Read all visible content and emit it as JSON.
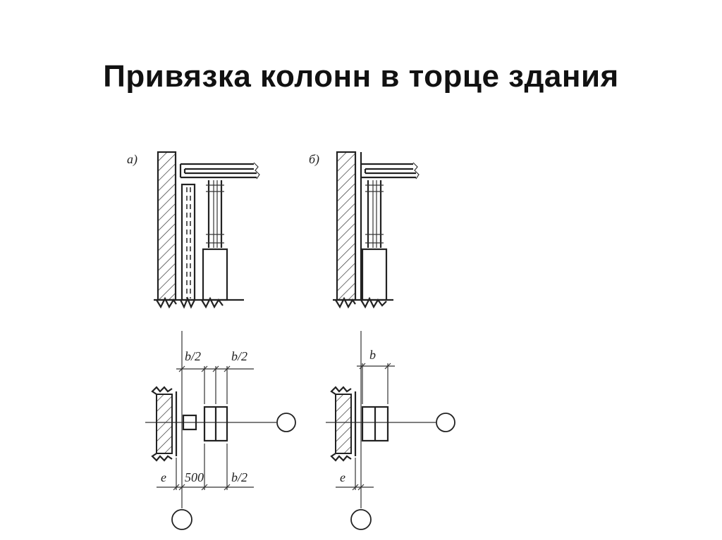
{
  "title": "Привязка колонн в торце здания",
  "diagram": {
    "variant_a_label": "а)",
    "variant_b_label": "б)",
    "dims_a": {
      "top_left": "b/2",
      "top_right": "b/2",
      "bottom_e": "e",
      "bottom_500": "500",
      "bottom_b2": "b/2"
    },
    "dims_b": {
      "top_b": "b",
      "bottom_e": "e"
    }
  }
}
